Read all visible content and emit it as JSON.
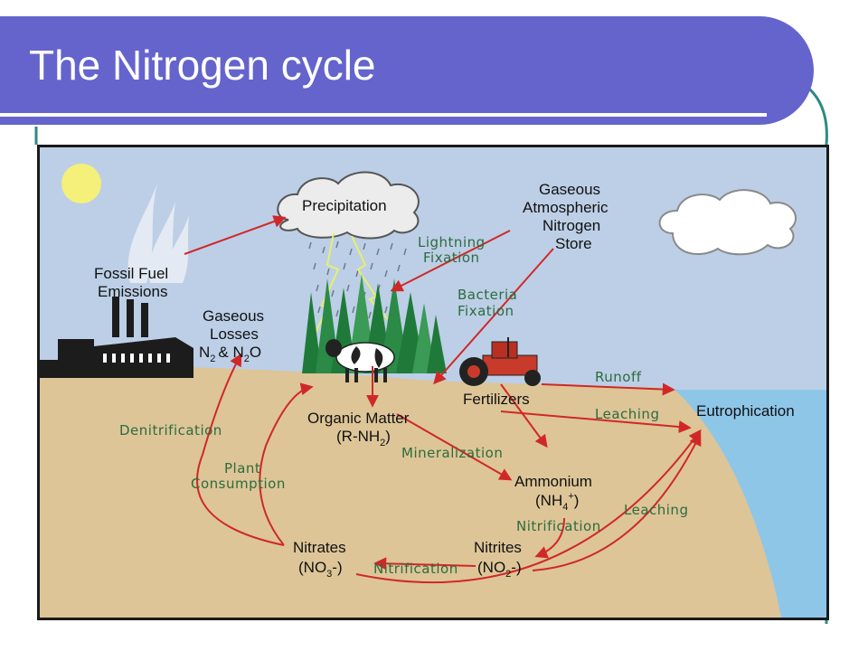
{
  "slide": {
    "title": "The Nitrogen cycle"
  },
  "diagram": {
    "labels": {
      "precipitation": "Precipitation",
      "gaseous_store_1": "Gaseous",
      "gaseous_store_2": "Atmospheric",
      "gaseous_store_3": "Nitrogen",
      "gaseous_store_4": "Store",
      "fossil_1": "Fossil Fuel",
      "fossil_2": "Emissions",
      "losses_1": "Gaseous",
      "losses_2": "Losses",
      "losses_n2": "N",
      "losses_sub2": "2",
      "losses_amp": "& N",
      "losses_sub2b": "2",
      "losses_o": "O",
      "fertilizers": "Fertilizers",
      "eutrophication": "Eutrophication",
      "organic_1": "Organic Matter",
      "organic_2a": "(R-NH",
      "organic_2sub": "2",
      "organic_2b": ")",
      "ammonium_1": "Ammonium",
      "ammonium_2a": "(NH",
      "ammonium_2sub": "4",
      "ammonium_2sup": "+",
      "ammonium_2b": ")",
      "nitrates_1": "Nitrates",
      "nitrates_2a": "(NO",
      "nitrates_2sub": "3",
      "nitrates_2b": "-)",
      "nitrites_1": "Nitrites",
      "nitrites_2a": "(NO",
      "nitrites_2sub": "2",
      "nitrites_2b": "-)"
    },
    "processes": {
      "lightning_1": "Lightning",
      "lightning_2": "Fixation",
      "bacteria_1": "Bacteria",
      "bacteria_2": "Fixation",
      "runoff": "Runoff",
      "leaching_top": "Leaching",
      "denitrification": "Denitrification",
      "mineralization": "Mineralization",
      "plant_1": "Plant",
      "plant_2": "Consumption",
      "nitrification_right": "Nitrification",
      "leaching_bottom": "Leaching",
      "nitrification_bottom": "Nitrification"
    },
    "colors": {
      "sky": "#bccfe6",
      "soil": "#ddc597",
      "water": "#8ec6e8",
      "arrow": "#d02828",
      "process_text": "#2e6b3e"
    }
  }
}
